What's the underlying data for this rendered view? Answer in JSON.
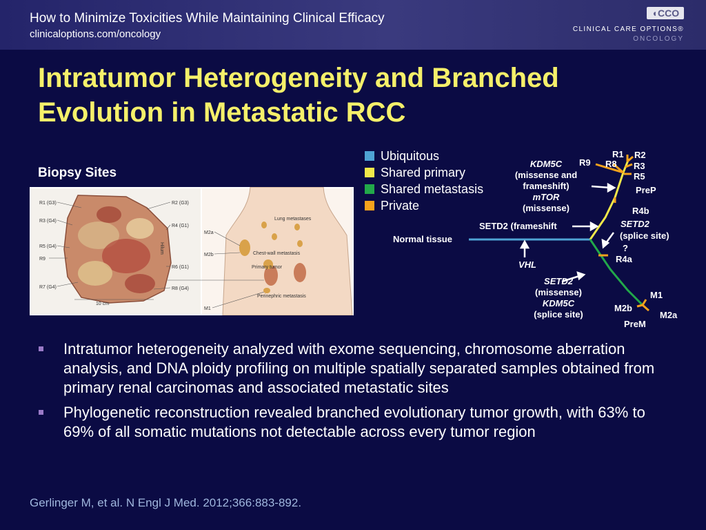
{
  "header": {
    "title": "How to Minimize Toxicities While Maintaining Clinical Efficacy",
    "url": "clinicaloptions.com/oncology",
    "logo_mark": "CCO",
    "logo_line1": "CLINICAL CARE OPTIONS®",
    "logo_line2": "ONCOLOGY"
  },
  "slide": {
    "title": "Intratumor Heterogeneity and Branched Evolution in Metastatic RCC",
    "biopsy_label": "Biopsy Sites"
  },
  "legend": [
    {
      "label": "Ubiquitous",
      "color": "#4fa3d4"
    },
    {
      "label": "Shared primary",
      "color": "#f2e84a"
    },
    {
      "label": "Shared metastasis",
      "color": "#22a84a"
    },
    {
      "label": "Private",
      "color": "#f5a21c"
    }
  ],
  "tumor_figure": {
    "labels_left": [
      "R1 (G3)",
      "R3 (G4)",
      "R5 (G4)",
      "R9",
      "R7 (G4)"
    ],
    "labels_right": [
      "R2 (G3)",
      "R4 (G1)",
      "R6 (G1)",
      "R8 (G4)"
    ],
    "hilum": "Hilum",
    "scale": "10 cm",
    "body_labels": {
      "m2a": "M2a",
      "m2b": "M2b",
      "m1": "M1",
      "lung": "Lung metastases",
      "chest": "Chest-wall metastasis",
      "primary": "Primary tumor",
      "perinephric": "Perinephric metastasis"
    }
  },
  "tree": {
    "normal_tissue": "Normal tissue",
    "r1": "R1",
    "r2": "R2",
    "r3": "R3",
    "r5": "R5",
    "r8": "R8",
    "r9": "R9",
    "prep": "PreP",
    "r4b": "R4b",
    "r4a": "R4a",
    "question": "?",
    "m1": "M1",
    "m2a": "M2a",
    "m2b": "M2b",
    "prem": "PreM",
    "kdm5c_top": "KDM5C",
    "missense_and": "(missense and",
    "frameshift": "frameshift)",
    "mtor": "mTOR",
    "missense1": "(missense)",
    "setd2_frameshift": "SETD2 (frameshift",
    "vhl": "VHL",
    "setd2_splice": "SETD2",
    "splice_site1": "(splice site)",
    "setd2_missense": "SETD2",
    "missense2": "(missense)",
    "kdm5c_bottom": "KDM5C",
    "splice_site2": "(splice site)"
  },
  "bullets": [
    "Intratumor heterogeneity analyzed with exome sequencing, chromosome aberration analysis, and DNA ploidy profiling on multiple spatially separated samples obtained from primary renal carcinomas and associated metastatic sites",
    "Phylogenetic reconstruction revealed branched evolutionary tumor growth, with 63% to 69% of all somatic mutations not detectable across every tumor region"
  ],
  "citation": "Gerlinger M, et al. N Engl J Med. 2012;366:883-892."
}
